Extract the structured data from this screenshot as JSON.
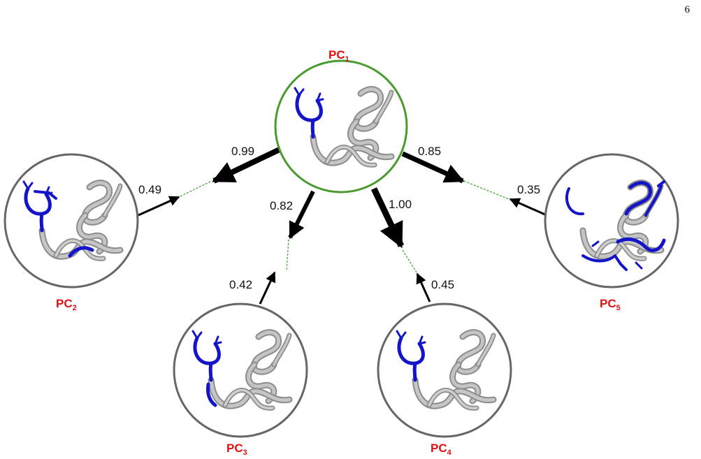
{
  "page_number": "6",
  "colors": {
    "label": "#e01010",
    "center_ring": "#4a9a2e",
    "outer_ring": "#666666",
    "ribbon": "#a9a9a9",
    "ribbon_dark": "#6e6e6e",
    "highlight": "#1414c8",
    "arrow": "#000000",
    "dash": "#3aa02a"
  },
  "nodes": [
    {
      "id": "pc1",
      "label": "PC",
      "sub": "1",
      "variant": "center"
    },
    {
      "id": "pc2",
      "label": "PC",
      "sub": "2",
      "variant": "outer"
    },
    {
      "id": "pc3",
      "label": "PC",
      "sub": "3",
      "variant": "outer"
    },
    {
      "id": "pc4",
      "label": "PC",
      "sub": "4",
      "variant": "outer"
    },
    {
      "id": "pc5",
      "label": "PC",
      "sub": "5",
      "variant": "outer"
    }
  ],
  "edges": [
    {
      "id": "pc1-pc2",
      "weight": "0.99"
    },
    {
      "id": "pc1-pc3",
      "weight": "0.82"
    },
    {
      "id": "pc1-pc4",
      "weight": "1.00"
    },
    {
      "id": "pc1-pc5",
      "weight": "0.85"
    },
    {
      "id": "pc2-in",
      "weight": "0.49"
    },
    {
      "id": "pc3-in",
      "weight": "0.42"
    },
    {
      "id": "pc4-in",
      "weight": "0.45"
    },
    {
      "id": "pc5-in",
      "weight": "0.35"
    }
  ]
}
